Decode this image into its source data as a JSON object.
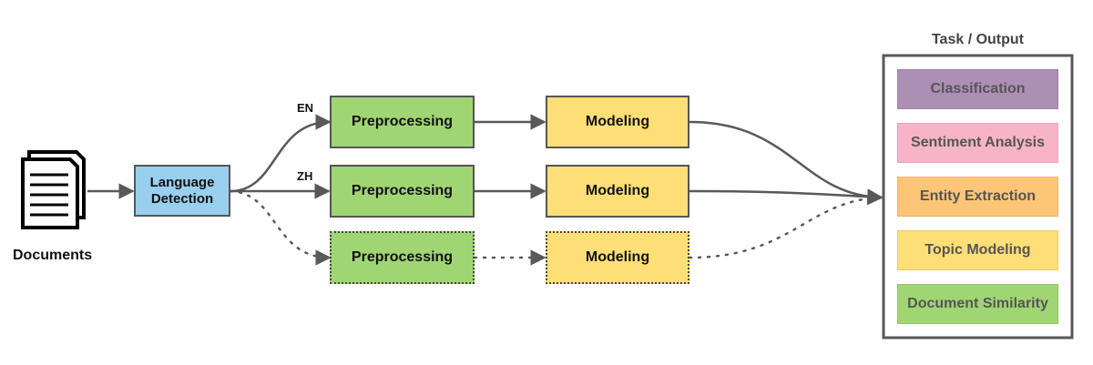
{
  "documents": {
    "label": "Documents",
    "icon": "documents-icon"
  },
  "language_detection": {
    "label": "Language\nDetection",
    "color": "#99cfee"
  },
  "branches": [
    {
      "lang": "EN",
      "preprocessing": "Preprocessing",
      "modeling": "Modeling",
      "style": "solid"
    },
    {
      "lang": "ZH",
      "preprocessing": "Preprocessing",
      "modeling": "Modeling",
      "style": "solid"
    },
    {
      "lang": "",
      "preprocessing": "Preprocessing",
      "modeling": "Modeling",
      "style": "dotted"
    }
  ],
  "colors": {
    "preprocessing": "#a0d574",
    "modeling": "#fede77",
    "line": "#595959"
  },
  "output": {
    "title": "Task / Output",
    "tasks": [
      {
        "label": "Classification",
        "color": "#ad8eb5"
      },
      {
        "label": "Sentiment Analysis",
        "color": "#f7b4c7"
      },
      {
        "label": "Entity Extraction",
        "color": "#fdc676"
      },
      {
        "label": "Topic Modeling",
        "color": "#fede77"
      },
      {
        "label": "Document Similarity",
        "color": "#a0d574"
      }
    ]
  }
}
